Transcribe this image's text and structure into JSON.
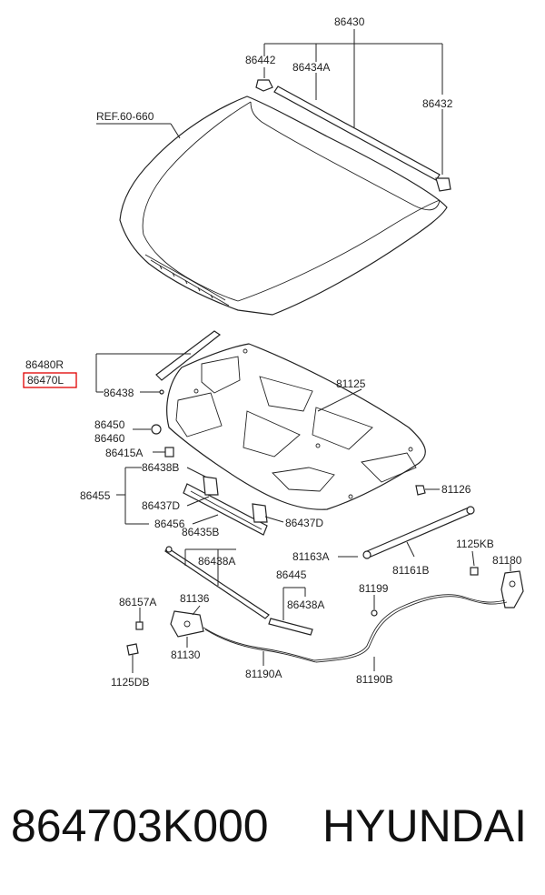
{
  "diagram": {
    "labels": {
      "l86430": "86430",
      "l86442": "86442",
      "l86434A": "86434A",
      "l86432": "86432",
      "lref": "REF.60-660",
      "l86480R": "86480R",
      "l86470L": "86470L",
      "l86438": "86438",
      "l81125": "81125",
      "l86450": "86450",
      "l86460": "86460",
      "l86415A": "86415A",
      "l86438B": "86438B",
      "l86455": "86455",
      "l86437D_a": "86437D",
      "l86456": "86456",
      "l86437D_b": "86437D",
      "l81126": "81126",
      "l86435B": "86435B",
      "l86438A_a": "86438A",
      "l81163A": "81163A",
      "l1125KB": "1125KB",
      "l81180": "81180",
      "l86445": "86445",
      "l81161B": "81161B",
      "l86438A_b": "86438A",
      "l86157A": "86157A",
      "l81136": "81136",
      "l81199": "81199",
      "l81130": "81130",
      "l1125DB": "1125DB",
      "l81190A": "81190A",
      "l81190B": "81190B"
    },
    "highlight_color": "#e00000"
  },
  "footer": {
    "part_number": "864703K000",
    "brand": "HYUNDAI"
  }
}
